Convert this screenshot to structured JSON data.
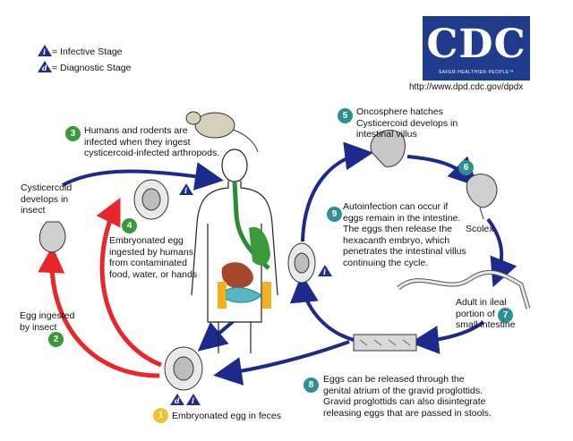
{
  "legend": {
    "infective_letter": "i",
    "infective_label": "= Infective Stage",
    "diagnostic_letter": "d",
    "diagnostic_label": "= Diagnostic Stage"
  },
  "logo": {
    "letters": "CDC",
    "tagline": "SAFER·HEALTHIER·PEOPLE™",
    "url": "http://www.dpd.cdc.gov/dpdx"
  },
  "steps": [
    {
      "num": "1",
      "text": "Embryonated egg in feces"
    },
    {
      "num": "2",
      "text": "Egg ingested\nby insect"
    },
    {
      "num": "3",
      "text": "Humans and rodents are\ninfected when they ingest\ncysticercoid-infected arthropods."
    },
    {
      "num": "4",
      "text": "Embryonated egg\ningested by humans\nfrom contaminated\nfood, water, or hands"
    },
    {
      "num": "5",
      "text": "Oncosphere hatches\nCysticercoid develops in\nintestinal villus"
    },
    {
      "num": "6",
      "text": "Scolex"
    },
    {
      "num": "7",
      "text": "Adult in ileal\nportion of\nsmall intestine"
    },
    {
      "num": "8",
      "text": "Eggs can be released through the\ngenital atrium of the gravid proglottids.\nGravid proglottids can also disintegrate\nreleasing eggs that are passed in stools."
    },
    {
      "num": "9",
      "text": "Autoinfection can occur if\neggs remain in the intestine.\nThe eggs then release the\nhexacanth embryo, which\npenetrates the intestinal villus\ncontinuing the cycle."
    }
  ],
  "cysticercoid_label": "Cysticercoid\ndevelops in\ninsect",
  "colors": {
    "arrow_blue": "#1c2a8c",
    "arrow_red": "#e8262b",
    "badge_green": "#3a9a3a",
    "badge_teal": "#2f8f95",
    "badge_yellow": "#f2c12e",
    "stage_marker": "#1f2f8f",
    "logo_blue": "#1f3c8c"
  }
}
